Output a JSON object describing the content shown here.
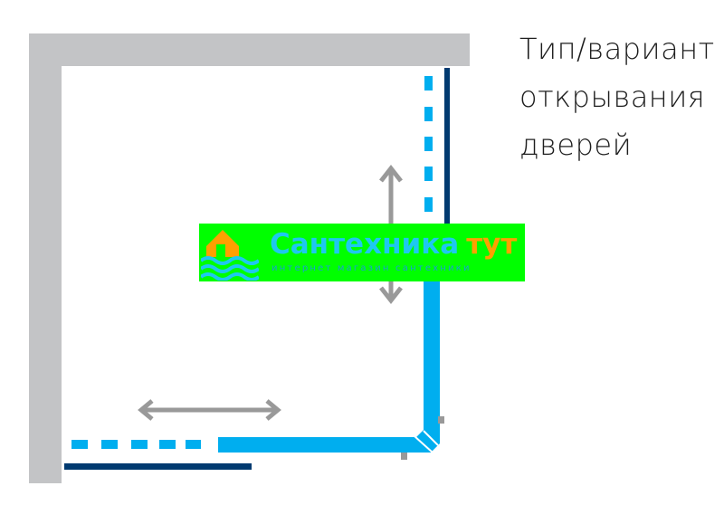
{
  "caption": {
    "line1": "Тип/вариант",
    "line2": "открывания",
    "line3": "дверей"
  },
  "watermark": {
    "title_part1": "Сантехника",
    "title_part2": "тут",
    "subtitle": "интернет магазин сантехники"
  },
  "colors": {
    "wall": "#c3c4c6",
    "glass_light_blue": "#00aeef",
    "door_dark_blue": "#003a70",
    "arrow_gray": "#999999",
    "logo_band": "#00ff00"
  },
  "icons": {
    "vertical_arrow": "double-headed-vertical-arrow",
    "horizontal_arrow": "double-headed-horizontal-arrow",
    "logo": "house-with-waves-logo"
  }
}
